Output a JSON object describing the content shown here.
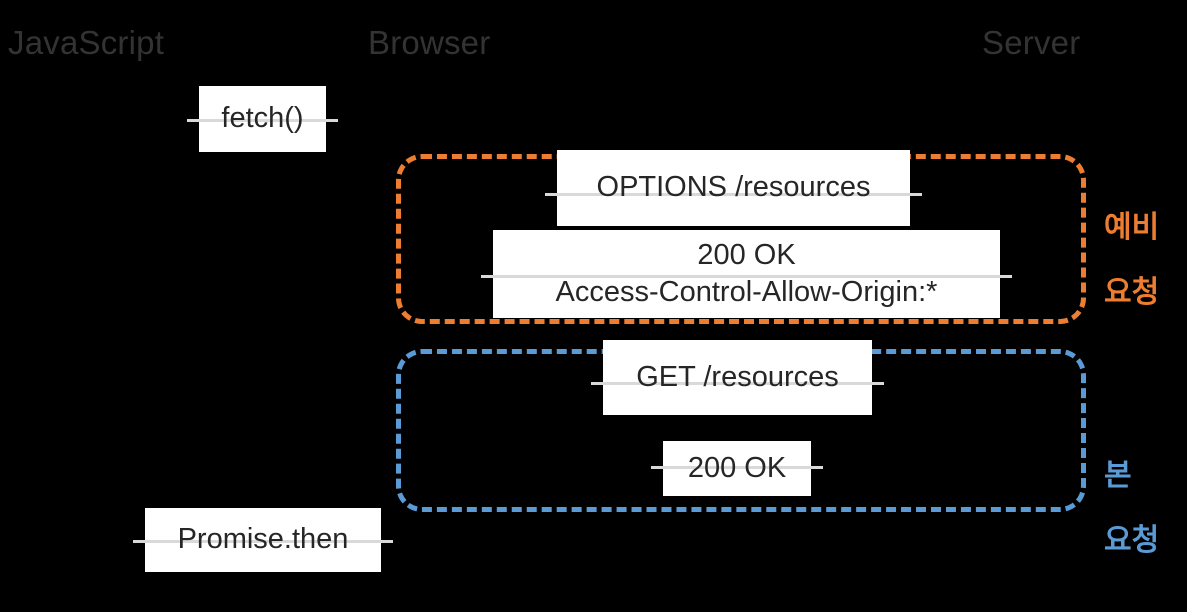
{
  "diagram": {
    "title": "CORS preflight sequence",
    "background_color": "#000000",
    "header_color": "#333333",
    "preflight_color": "#ED7D31",
    "main_request_color": "#5B9BD5",
    "message_box_color": "#FFFFFF",
    "arrow_line_color": "#D9D9D9"
  },
  "columns": [
    {
      "id": "javascript",
      "label": "JavaScript"
    },
    {
      "id": "browser",
      "label": "Browser"
    },
    {
      "id": "server",
      "label": "Server"
    }
  ],
  "groups": [
    {
      "id": "preflight",
      "label": "예비\n요청",
      "label_line1": "예비",
      "label_line2": "요청",
      "color": "#ED7D31"
    },
    {
      "id": "main-request",
      "label": "본\n요청",
      "label_line1": "본",
      "label_line2": "요청",
      "color": "#5B9BD5"
    }
  ],
  "messages": [
    {
      "id": "fetch",
      "line1": "fetch()",
      "line2": ""
    },
    {
      "id": "options-request",
      "line1": "OPTIONS /resources",
      "line2": ""
    },
    {
      "id": "preflight-response",
      "line1": "200 OK",
      "line2": "Access-Control-Allow-Origin:*"
    },
    {
      "id": "get-request",
      "line1": "GET /resources",
      "line2": ""
    },
    {
      "id": "get-response",
      "line1": "200 OK",
      "line2": ""
    },
    {
      "id": "promise-then",
      "line1": "Promise.then",
      "line2": ""
    }
  ]
}
